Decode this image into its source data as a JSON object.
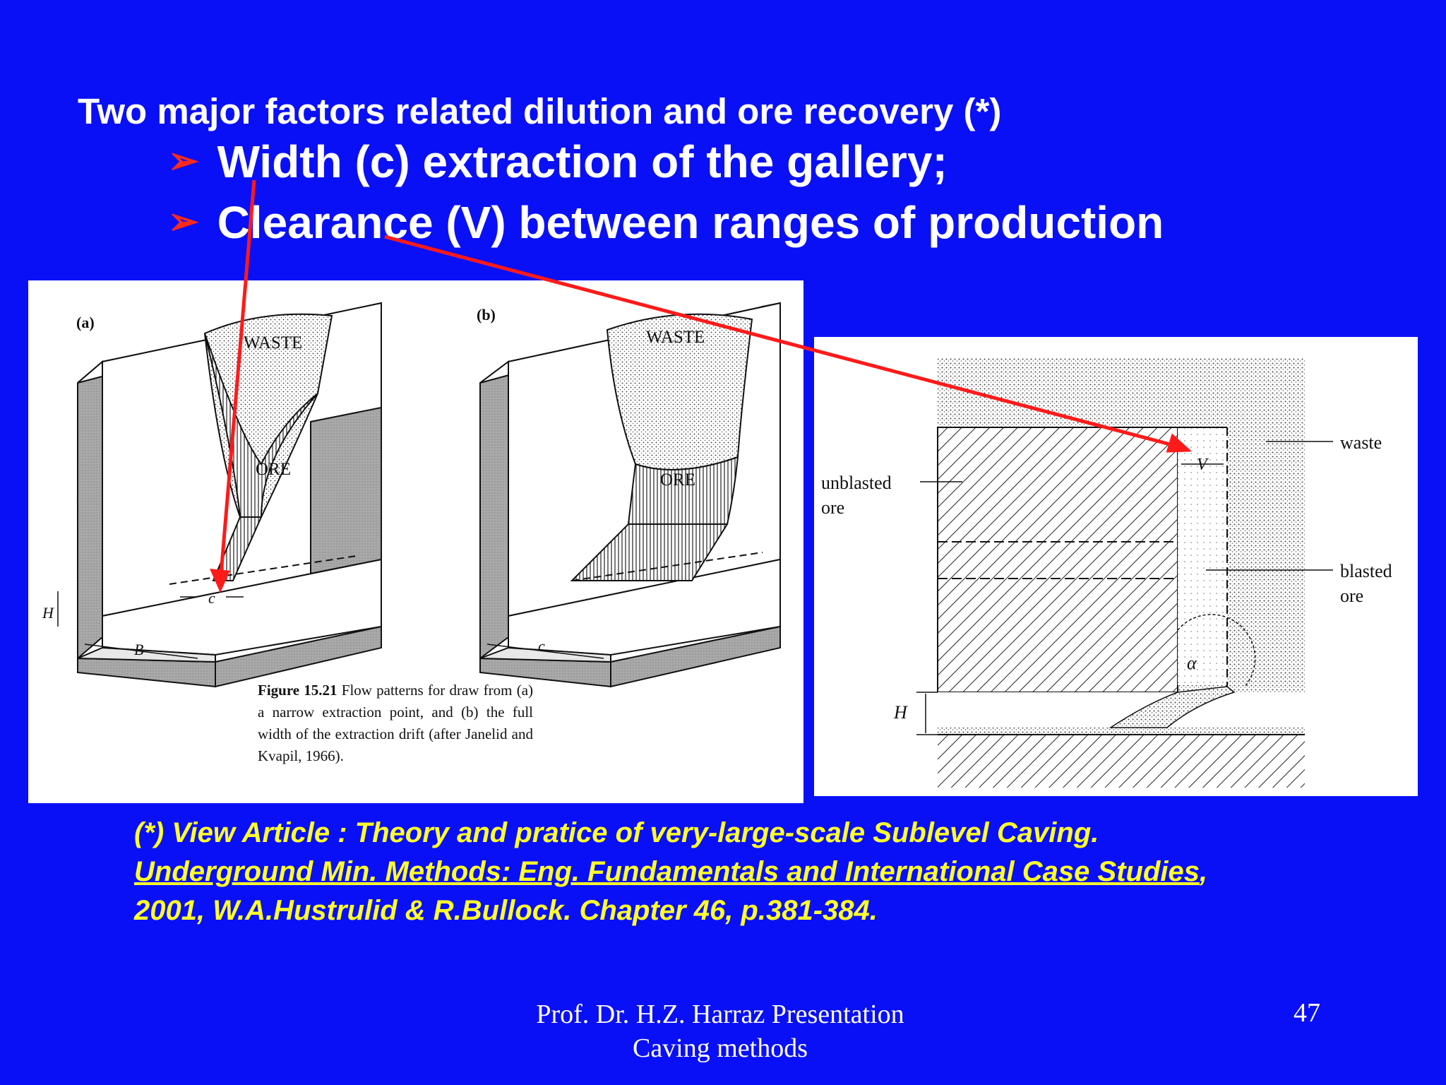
{
  "slide": {
    "heading": "Two major factors related dilution and ore recovery (*)",
    "bullets": [
      {
        "marker": "➢",
        "text": "Width (c) extraction of the gallery;"
      },
      {
        "marker": "➢",
        "text": "Clearance (V) between ranges of production"
      }
    ],
    "bullet_color": "#ff2a1a",
    "background_color": "#0a10f5",
    "arrow_color": "#ff1a1a"
  },
  "figure_left": {
    "panel_a_label": "(a)",
    "panel_b_label": "(b)",
    "waste_label": "WASTE",
    "ore_label": "ORE",
    "dim_c": "c",
    "dim_h": "H",
    "dim_b": "B",
    "caption_fig": "Figure 15.21",
    "caption_text": "Flow patterns for draw from (a) a narrow extraction point, and (b) the full width of the extraction drift (after Janelid and Kvapil, 1966)."
  },
  "figure_right": {
    "unblasted_label": "unblasted",
    "unblasted_label2": "ore",
    "waste_label": "waste",
    "blasted_label": "blasted",
    "blasted_label2": "ore",
    "dim_v": "V",
    "dim_h": "H",
    "angle": "α"
  },
  "reference": {
    "line1": "(*) View Article : Theory and pratice of very-large-scale Sublevel Caving.",
    "link": "Underground Min. Methods: Eng. Fundamentals and International Case Studies",
    "rest": ", 2001, W.A.Hustrulid & R.Bullock. Chapter 46, p.381-384."
  },
  "footer": {
    "line1": "Prof. Dr. H.Z. Harraz Presentation",
    "line2": "Caving methods",
    "page_number": "47"
  }
}
